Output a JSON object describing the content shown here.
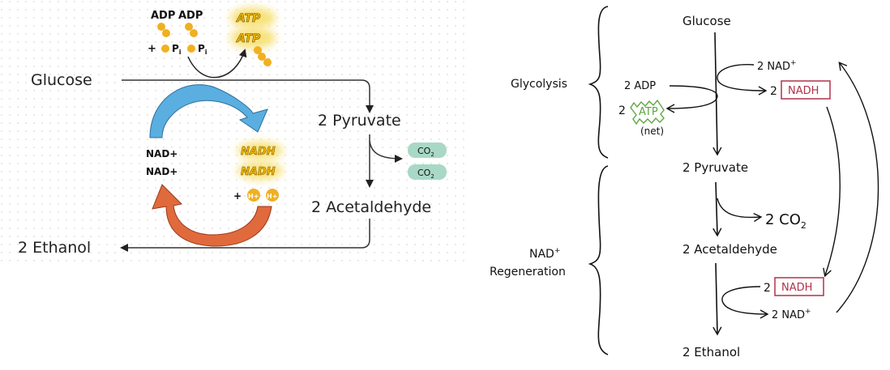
{
  "left": {
    "adp": [
      "ADP",
      "ADP"
    ],
    "plus": "+",
    "pi": "P",
    "pi_sub": "i",
    "atp": [
      "ATP",
      "ATP"
    ],
    "glucose": "Glucose",
    "pyruvate": "2 Pyruvate",
    "co2": [
      "CO",
      "CO"
    ],
    "co2_sub": "2",
    "nad": [
      "NAD+",
      "NAD+"
    ],
    "nadh": [
      "NADH",
      "NADH"
    ],
    "h_plus": "+",
    "h_label": "H+",
    "acetaldehyde": "2 Acetaldehyde",
    "ethanol": "2 Ethanol",
    "colors": {
      "atp_glow": "#f7e27a",
      "atp_badge": "#f5b800",
      "phosphate": "#f0b020",
      "co2": "#a9d8c6",
      "blue_arrow": "#5aaee0",
      "red_arrow": "#e06a3c",
      "grid_dot": "#d9d9d9"
    }
  },
  "right": {
    "glucose": "Glucose",
    "glycolysis": "Glycolysis",
    "nad_in": "2 NAD",
    "nad_in_sup": "+",
    "nadh_out_coef": "2",
    "nadh_box": "NADH",
    "adp": "2 ADP",
    "atp_coef": "2",
    "atp_box": "ATP",
    "net": "(net)",
    "pyruvate": "2 Pyruvate",
    "co2": "2 CO",
    "co2_sub": "2",
    "nad_regen_line1": "NAD",
    "nad_regen_sup": "+",
    "nad_regen_line2": "Regeneration",
    "acetaldehyde": "2 Acetaldehyde",
    "nadh_in_coef": "2",
    "nadh_in_box": "NADH",
    "nad_out": "2 NAD",
    "nad_out_sup": "+",
    "ethanol": "2 Ethanol",
    "colors": {
      "nadh_box": "#b0334a",
      "atp_box": "#5da642"
    }
  }
}
